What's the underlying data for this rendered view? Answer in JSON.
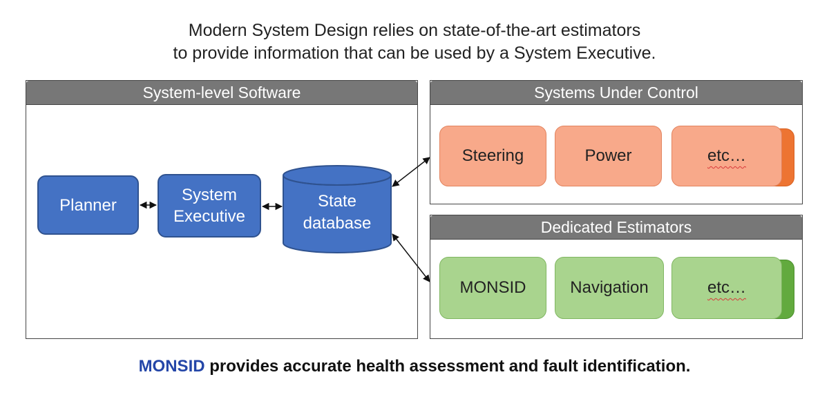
{
  "header": {
    "line1": "Modern System Design relies on state-of-the-art estimators",
    "line2": "to provide information that can be used by a System Executive."
  },
  "system_software": {
    "title": "System-level Software",
    "planner": "Planner",
    "executive_line1": "System",
    "executive_line2": "Executive",
    "db_line1": "State",
    "db_line2": "database"
  },
  "systems_under_control": {
    "title": "Systems Under Control",
    "items": [
      "Steering",
      "Power",
      "etc…"
    ]
  },
  "dedicated_estimators": {
    "title": "Dedicated Estimators",
    "items": [
      "MONSID",
      "Navigation",
      "etc…"
    ]
  },
  "footer": {
    "highlight": "MONSID",
    "rest": " provides accurate health assessment and fault identification."
  },
  "colors": {
    "blue_box": "#4472c4",
    "panel_title": "#777777",
    "orange_module": "#f8a98a",
    "green_module": "#a9d48e",
    "footer_highlight": "#2446a8"
  }
}
